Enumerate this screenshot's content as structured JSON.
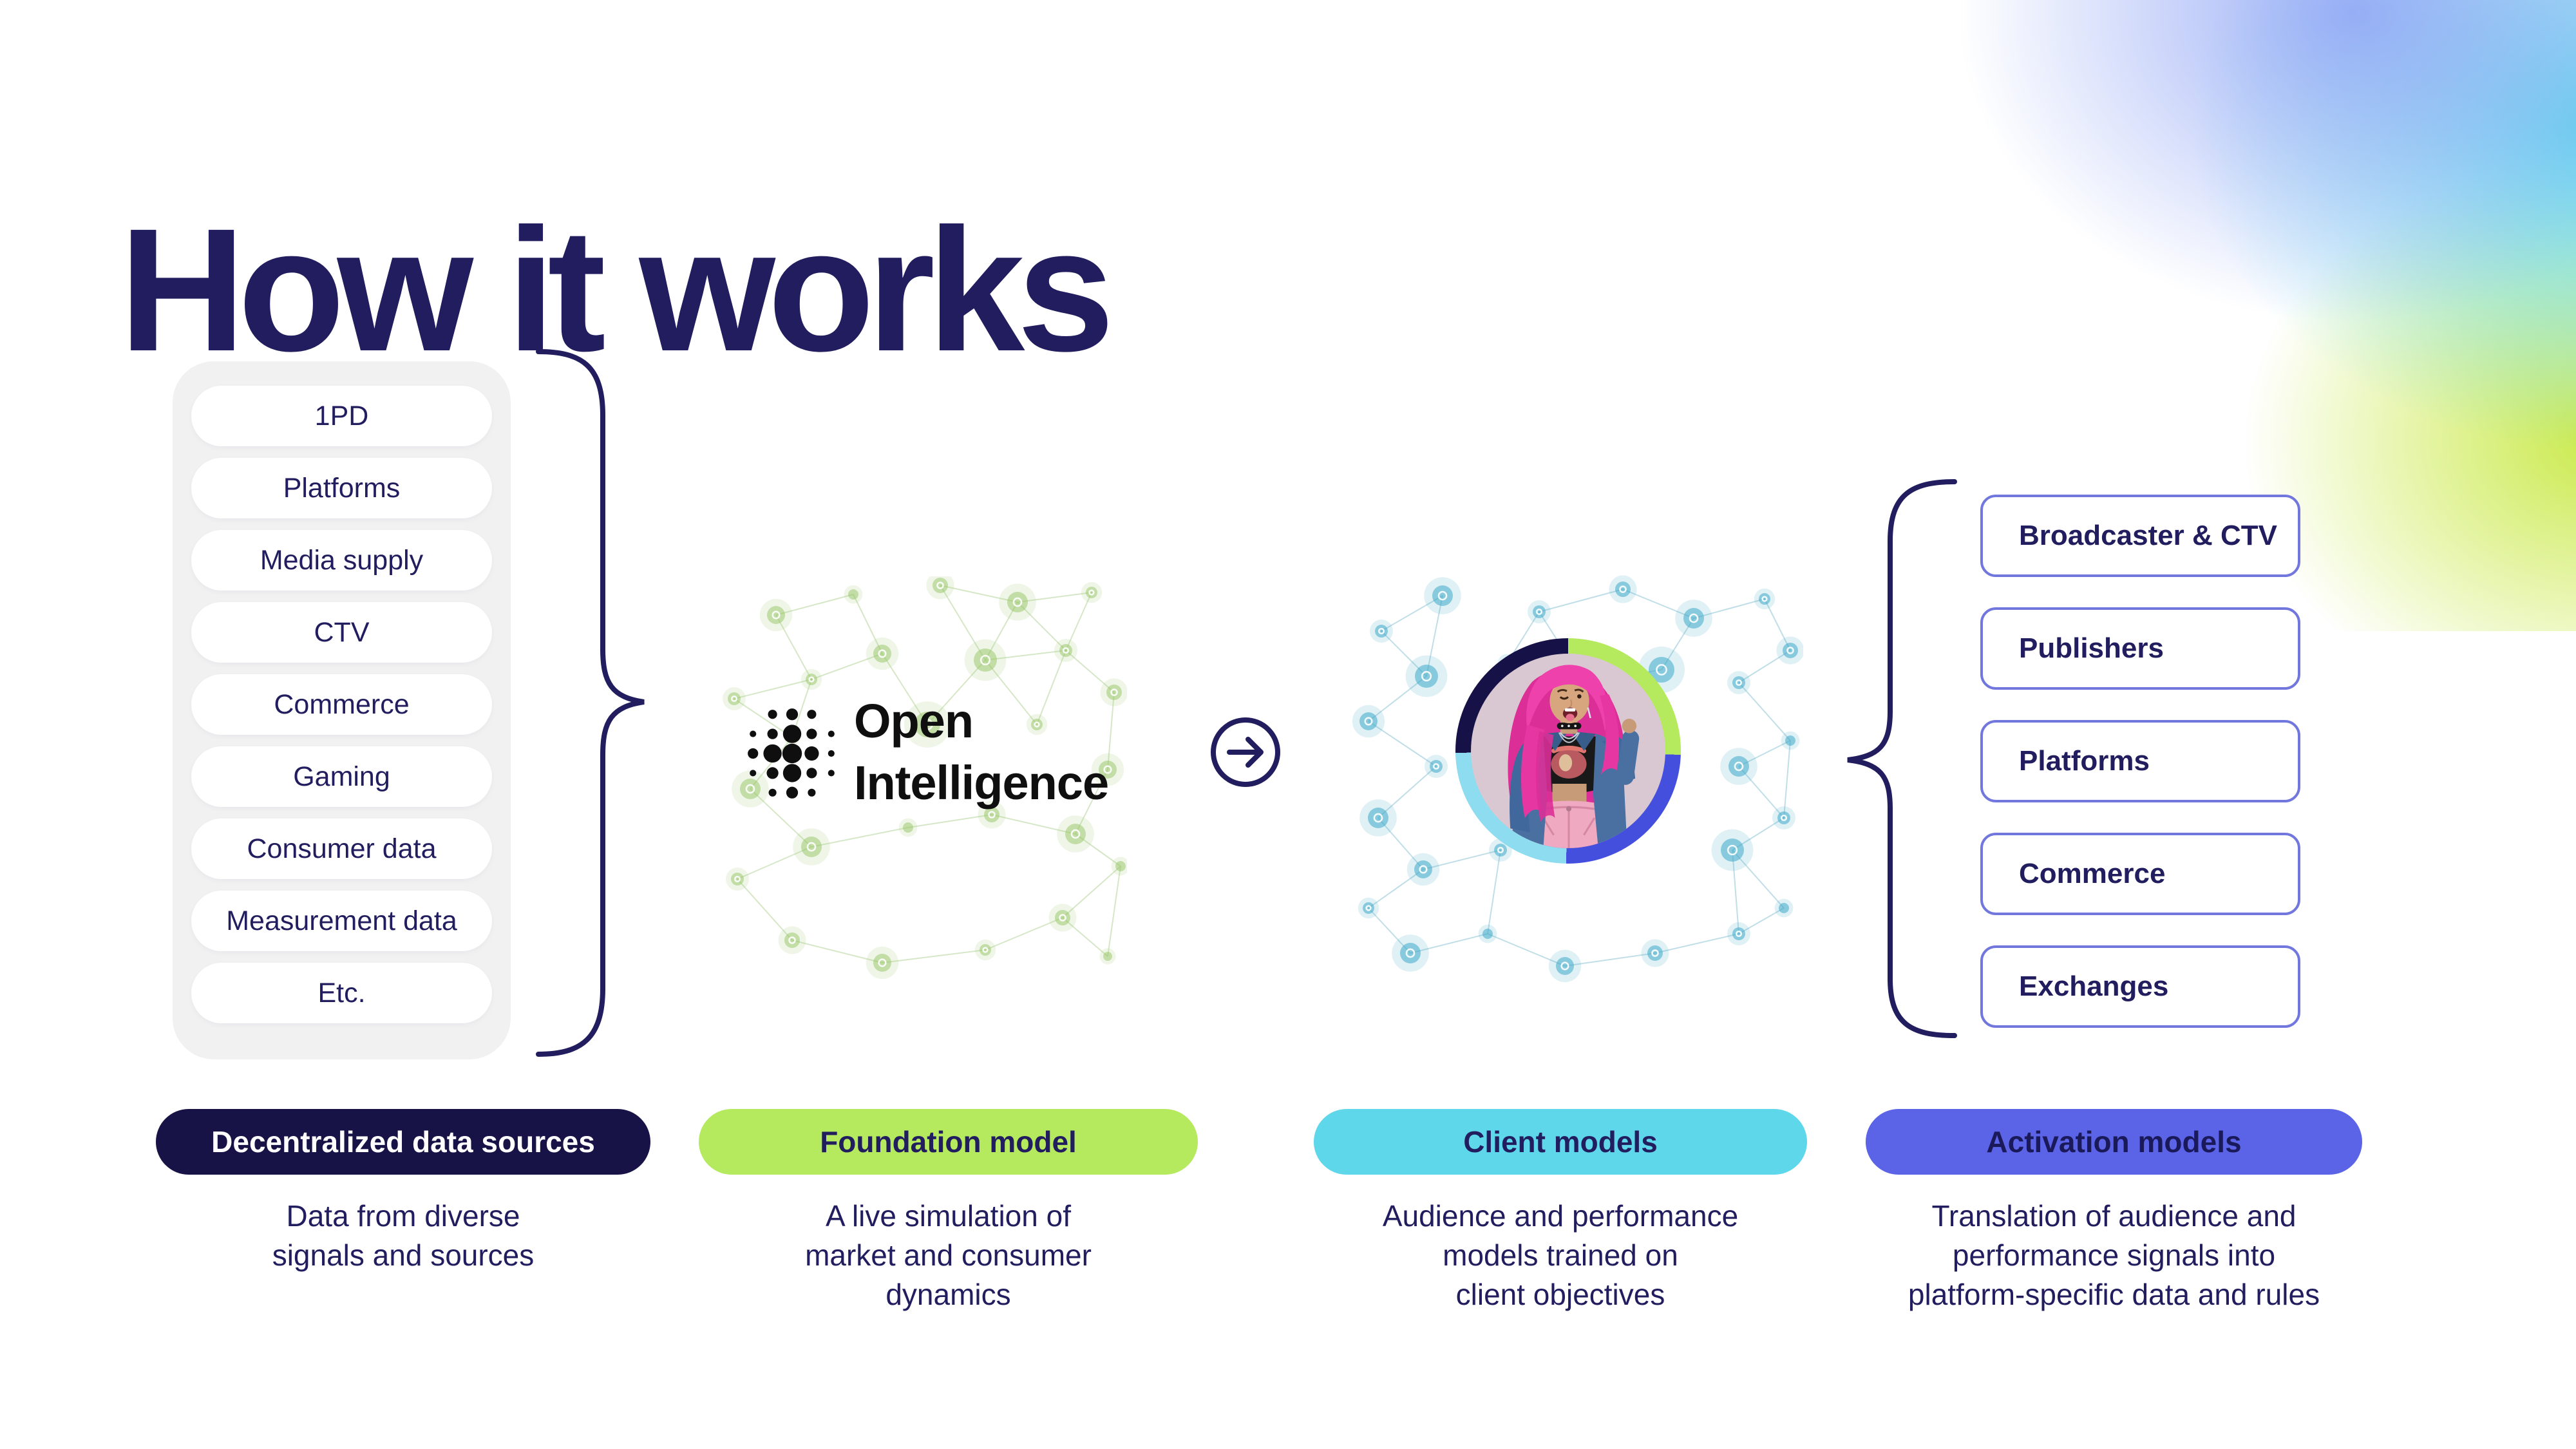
{
  "page": {
    "title": "How it works"
  },
  "colors": {
    "navy_text": "#211d5e",
    "navy_pill": "#181347",
    "lime": "#b5e95e",
    "cyan": "#5ed7ea",
    "violet_blue": "#5b63e6",
    "box_border": "#7277de",
    "panel_gray": "#f1f1f2",
    "ring_navy": "#161247",
    "ring_blue": "#4450dd",
    "ring_cyan": "#8edcef",
    "network_green": "#9cc86e",
    "network_cyan": "#3fa9c9",
    "logo_black": "#0f0f0f"
  },
  "sources_panel": {
    "items": [
      "1PD",
      "Platforms",
      "Media supply",
      "CTV",
      "Commerce",
      "Gaming",
      "Consumer data",
      "Measurement data",
      "Etc."
    ]
  },
  "foundation": {
    "logo_line1": "Open",
    "logo_line2": "Intelligence"
  },
  "activation_panel": {
    "items": [
      "Broadcaster & CTV",
      "Publishers",
      "Platforms",
      "Commerce",
      "Exchanges"
    ]
  },
  "stages": [
    {
      "label": "Decentralized data sources",
      "description_lines": [
        "Data from diverse",
        "signals and sources"
      ]
    },
    {
      "label": "Foundation model",
      "description_lines": [
        "A live simulation of",
        "market and consumer",
        "dynamics"
      ]
    },
    {
      "label": "Client models",
      "description_lines": [
        "Audience and performance",
        "models trained on",
        "client objectives"
      ]
    },
    {
      "label": "Activation models",
      "description_lines": [
        "Translation of audience and",
        "performance signals into",
        "platform-specific data and rules"
      ]
    }
  ]
}
